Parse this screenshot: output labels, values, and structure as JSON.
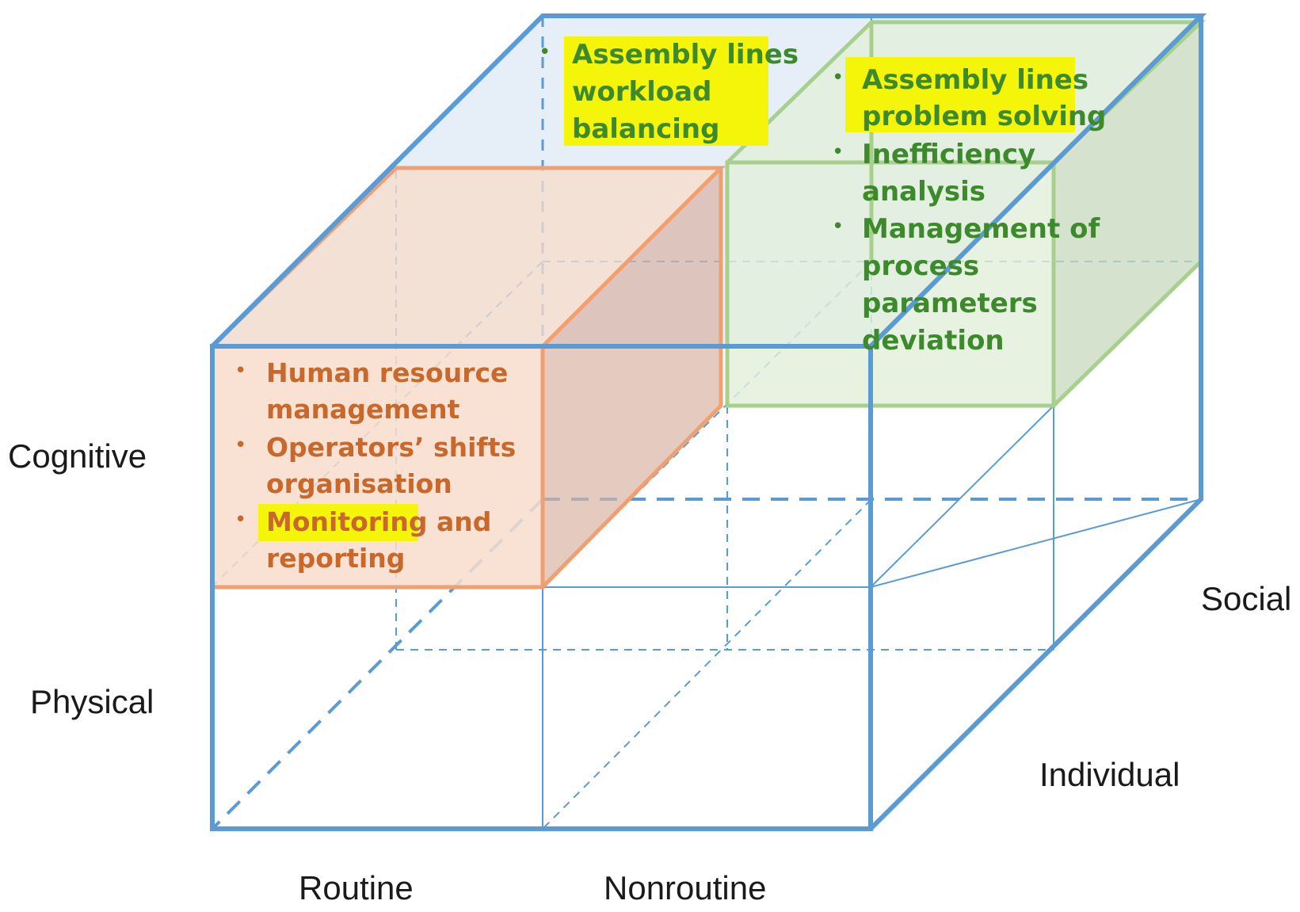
{
  "axes": {
    "cognitive": "Cognitive",
    "physical": "Physical",
    "routine": "Routine",
    "nonroutine": "Nonroutine",
    "social": "Social",
    "individual": "Individual"
  },
  "top_cell": {
    "items": [
      [
        "Assembly lines",
        "workload",
        "balancing"
      ]
    ],
    "highlighted": [
      true
    ],
    "color": "#2e7d1e"
  },
  "green_cell": {
    "items": [
      [
        "Assembly lines",
        "problem solving"
      ],
      [
        "Inefficiency",
        "analysis"
      ],
      [
        "Management of",
        "process",
        "parameters",
        "deviation"
      ]
    ],
    "highlighted": [
      true,
      false,
      false
    ],
    "color": "#3c8a2c"
  },
  "orange_cell": {
    "items": [
      [
        "Human resource",
        "management"
      ],
      [
        "Operators’ shifts",
        "organisation"
      ],
      [
        "Monitoring and",
        "reporting"
      ]
    ],
    "highlight_word": "Monitoring",
    "color": "#c8682a"
  },
  "colors": {
    "cube_edge": "#5b9bd5",
    "cube_top_fill": "#e6eff8",
    "orange_edge": "#f0a070",
    "orange_fill": "#f8dccb",
    "green_edge": "#a8d08d",
    "green_fill": "#e2efd9",
    "highlight": "#f5f50a"
  }
}
